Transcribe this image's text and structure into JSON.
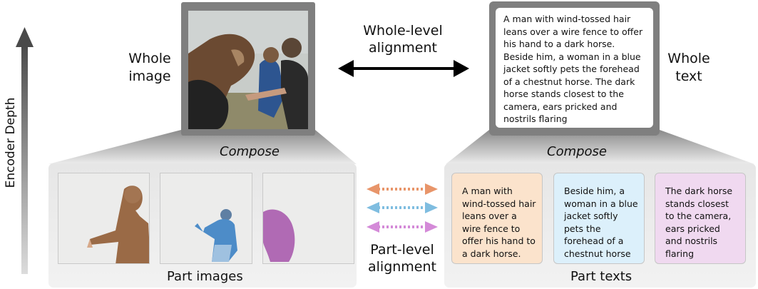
{
  "axis": {
    "label": "Encoder Depth"
  },
  "whole": {
    "image_label": "Whole\nimage",
    "text_label": "Whole\ntext",
    "alignment_label": "Whole-level\nalignment",
    "text": "A man with wind-tossed hair leans over a wire fence to offer his hand to a dark horse. Beside him, a woman in a blue jacket softly pets the forehead of a chestnut horse. The dark horse stands closest to the camera, ears pricked and nostrils flaring"
  },
  "compose": {
    "left": "Compose",
    "right": "Compose"
  },
  "parts": {
    "images_caption": "Part images",
    "texts_caption": "Part texts",
    "alignment_label": "Part-level\nalignment",
    "texts": [
      {
        "text": "A man with wind-tossed hair leans over a wire fence to offer his hand to a dark horse.",
        "color": "#fbe3cc"
      },
      {
        "text": "Beside him, a woman in a blue jacket softly pets the forehead of a chestnut horse",
        "color": "#dcf0fb"
      },
      {
        "text": "The dark horse stands closest to the camera, ears pricked and nostrils flaring",
        "color": "#f0d9f0"
      }
    ],
    "arrow_colors": [
      "#e8956a",
      "#7fbde0",
      "#d48ad8"
    ]
  }
}
